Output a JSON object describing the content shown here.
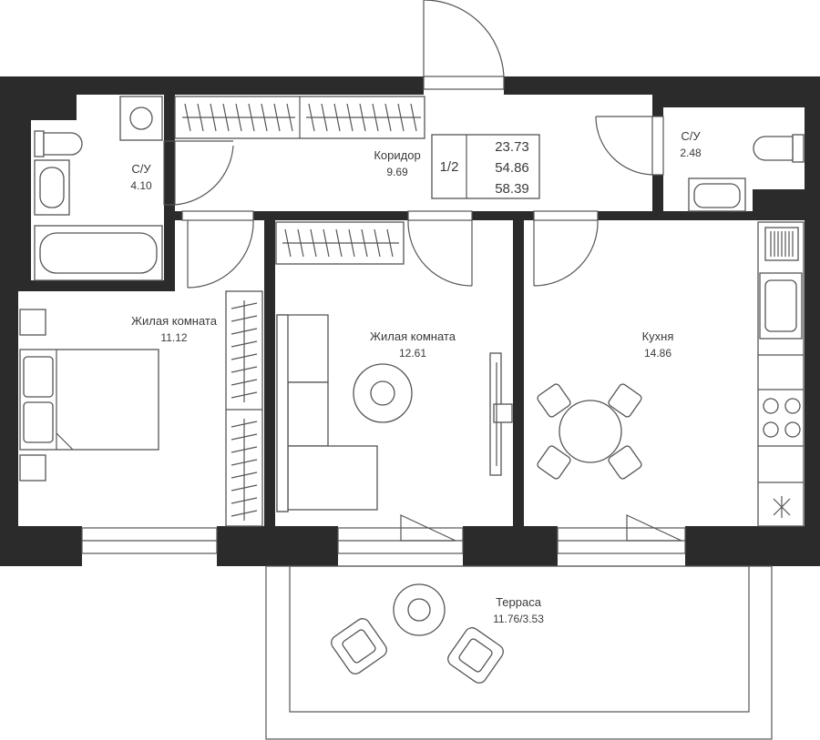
{
  "summary": {
    "label": "1/2",
    "living_area": "23.73",
    "total_area": "54.86",
    "total_area_with_terrace": "58.39"
  },
  "rooms": {
    "bathroom1": {
      "name": "С/У",
      "area": "4.10"
    },
    "corridor": {
      "name": "Коридор",
      "area": "9.69"
    },
    "bathroom2": {
      "name": "С/У",
      "area": "2.48"
    },
    "bedroom": {
      "name": "Жилая комната",
      "area": "11.12"
    },
    "living": {
      "name": "Жилая комната",
      "area": "12.61"
    },
    "kitchen": {
      "name": "Кухня",
      "area": "14.86"
    },
    "terrace": {
      "name": "Терраса",
      "area": "11.76/3.53"
    }
  },
  "colors": {
    "wall": "#2b2b2b",
    "line": "#555555",
    "background": "#ffffff"
  }
}
